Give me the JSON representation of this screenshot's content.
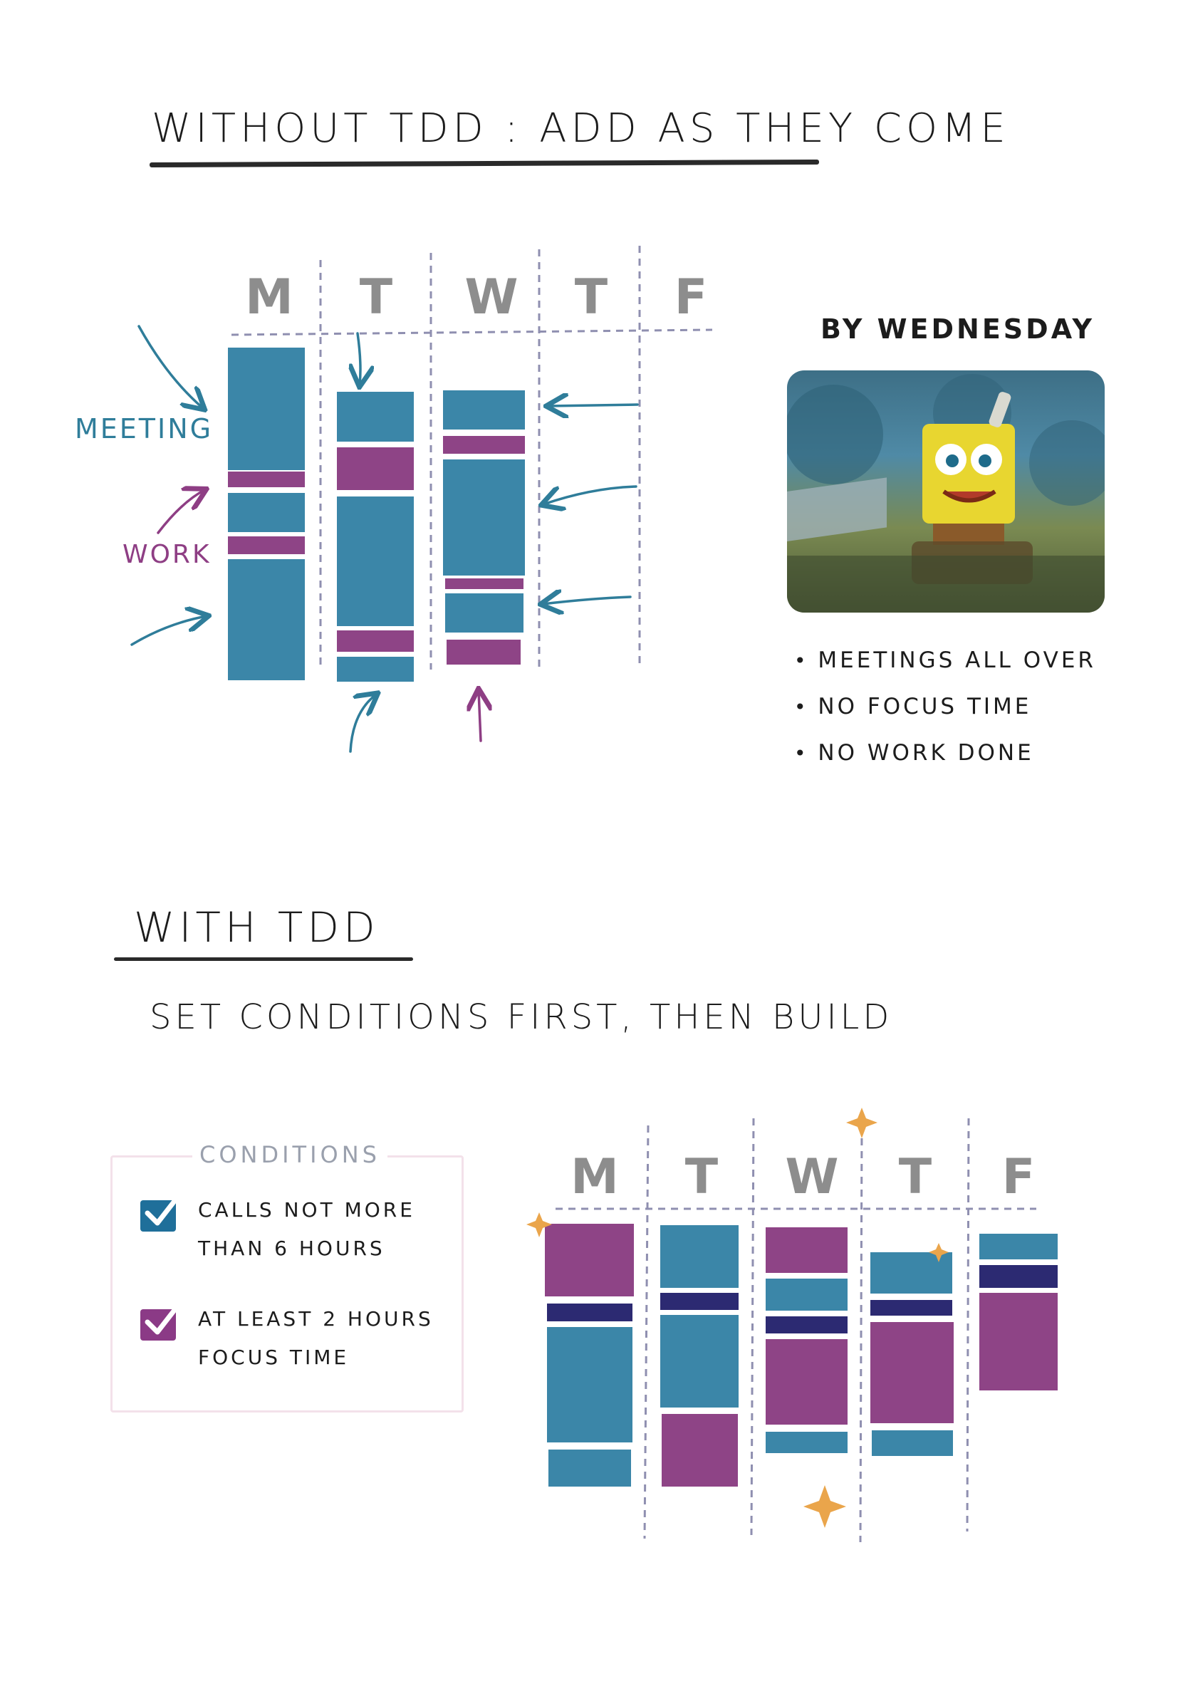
{
  "section_without": {
    "title": "Without TDD : Add As They Come",
    "days": [
      "M",
      "T",
      "W",
      "T",
      "F"
    ],
    "legend": {
      "meeting": "Meeting",
      "work": "Work"
    }
  },
  "meme": {
    "heading": "By Wednesday",
    "bullets": [
      "Meetings all over",
      "No Focus time",
      "No Work Done"
    ]
  },
  "section_with": {
    "title": "With TDD",
    "subtitle": "Set Conditions First, Then Build",
    "days": [
      "M",
      "T",
      "W",
      "T",
      "F"
    ]
  },
  "conditions": {
    "title": "Conditions",
    "items": [
      {
        "line1": "Calls not more",
        "line2": "than 6 Hours",
        "checked": true,
        "color": "#1f6f9a"
      },
      {
        "line1": "At least 2 Hours",
        "line2": "Focus Time",
        "checked": true,
        "color": "#8b3a86"
      }
    ]
  },
  "colors": {
    "meeting": "#3b86a8",
    "work": "#8e4486",
    "divider_dark": "#2c2a72",
    "grid": "#8f8fb0",
    "day_label": "#8d8d8d",
    "sparkle": "#eaa54b",
    "arrow_blue": "#2f7d9a",
    "arrow_purple": "#8e3e84"
  }
}
